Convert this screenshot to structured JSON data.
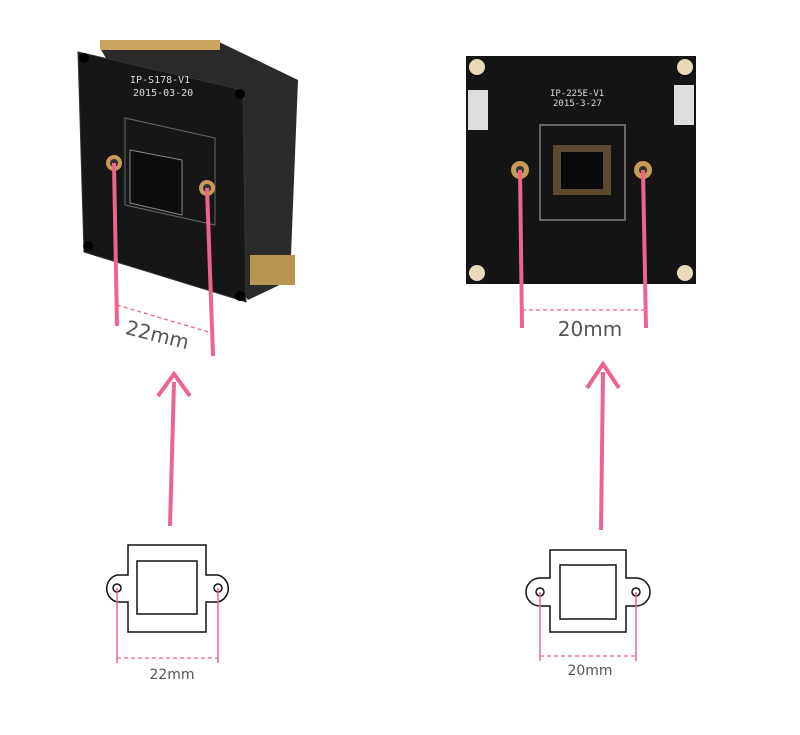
{
  "left_module": {
    "board_model": "IP-S178-V1",
    "board_date": "2015-03-20",
    "hole_spacing_label": "22mm"
  },
  "right_module": {
    "board_model": "IP-225E-V1",
    "board_date": "2015-3-27",
    "hole_spacing_label": "20mm"
  },
  "left_bracket": {
    "hole_spacing_label": "22mm"
  },
  "right_bracket": {
    "hole_spacing_label": "20mm"
  },
  "colors": {
    "accent": "#f0648c",
    "board": "#1a1a1a"
  }
}
